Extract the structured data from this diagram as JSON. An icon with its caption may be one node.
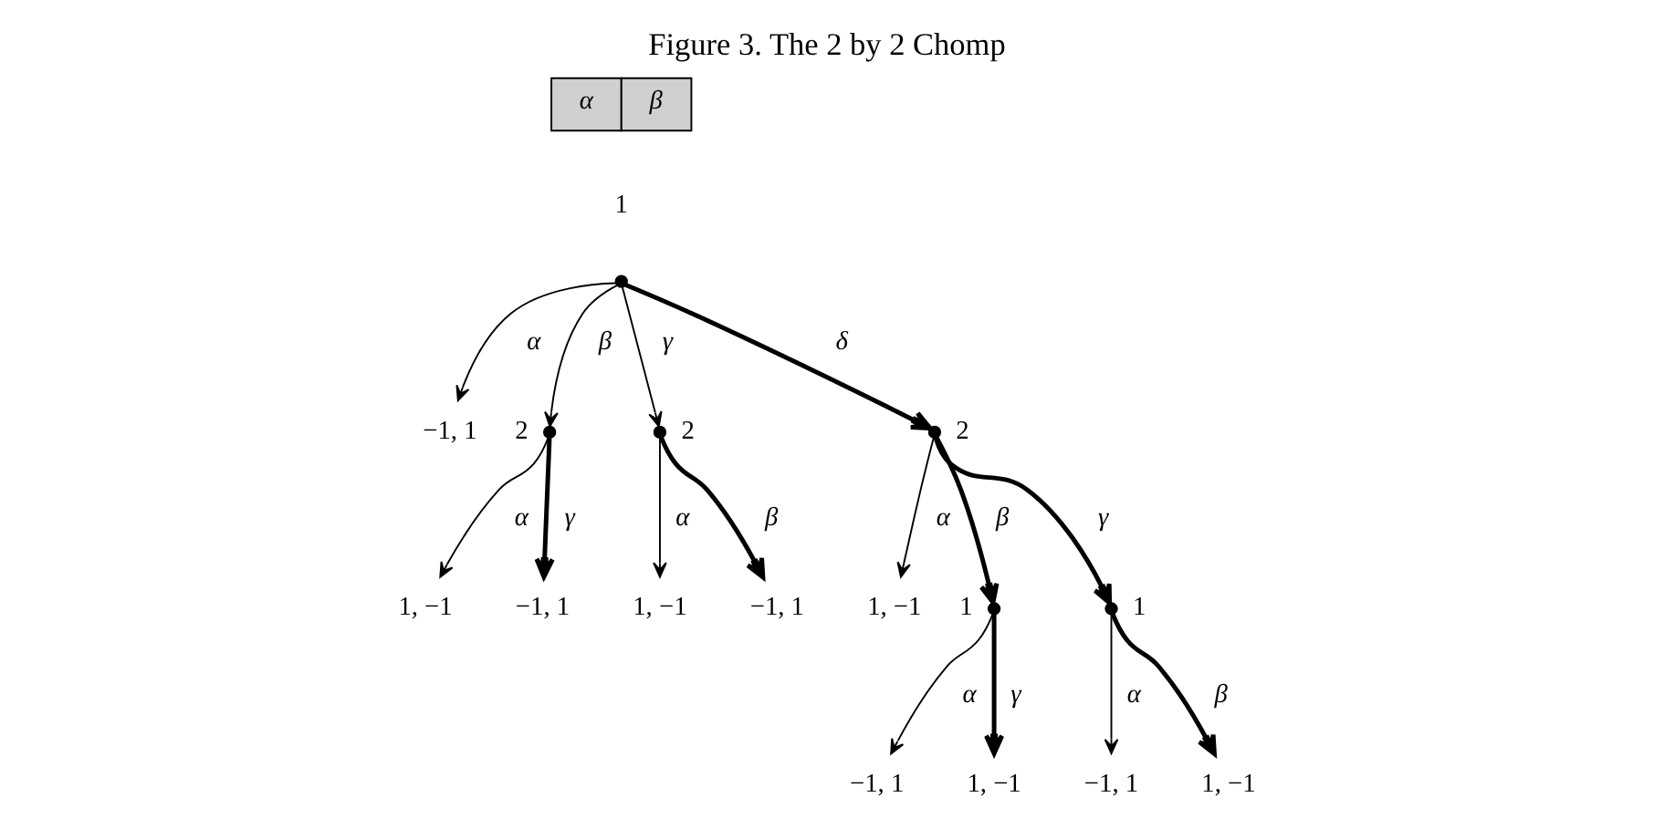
{
  "diagram": {
    "caption": "Figure 3. The 2 by 2 Chomp",
    "nodes": [
      {
        "text": [
          "α",
          "β"
        ]
      },
      {
        "text": [],
        "shape": "circle",
        "beside": [
          "1"
        ]
      },
      {
        "text": [
          "−1, 1"
        ]
      },
      {
        "text": [],
        "shape": "circle",
        "beside": [
          "2"
        ]
      },
      {
        "text": [],
        "shape": "circle",
        "beside": [
          "2"
        ]
      },
      {
        "text": [],
        "shape": "circle",
        "beside": [
          "2"
        ]
      },
      {
        "text": [
          "1, −1"
        ]
      },
      {
        "text": [
          "−1, 1"
        ]
      },
      {
        "text": [
          "1, −1"
        ]
      },
      {
        "text": [
          "−1, 1"
        ]
      },
      {
        "text": [
          "1, −1"
        ]
      },
      {
        "text": [],
        "shape": "circle",
        "beside": [
          "1"
        ]
      },
      {
        "text": [],
        "shape": "circle",
        "beside": [
          "1"
        ]
      },
      {
        "text": [
          "−1, 1"
        ]
      },
      {
        "text": [
          "1, −1"
        ]
      },
      {
        "text": [
          "−1, 1"
        ]
      },
      {
        "text": [
          "1, −1"
        ]
      }
    ],
    "edges": [
      {
        "from": 1,
        "to": 2,
        "arrow": "to",
        "label": "α"
      },
      {
        "from": 1,
        "to": 3,
        "arrow": "to",
        "label": "β"
      },
      {
        "from": 1,
        "to": 4,
        "arrow": "to",
        "label": "γ"
      },
      {
        "from": 1,
        "to": 5,
        "arrow": "to",
        "label": "δ",
        "style": "thick"
      },
      {
        "from": 3,
        "to": 6,
        "arrow": "to",
        "label": "α"
      },
      {
        "from": 3,
        "to": 7,
        "arrow": "to",
        "label": "γ",
        "style": "thick"
      },
      {
        "from": 4,
        "to": 8,
        "arrow": "to",
        "label": "α"
      },
      {
        "from": 4,
        "to": 9,
        "arrow": "to",
        "label": "β",
        "style": "thick"
      },
      {
        "from": 5,
        "to": 10,
        "arrow": "to",
        "label": "α"
      },
      {
        "from": 5,
        "to": 11,
        "arrow": "to",
        "label": "β",
        "style": "thick"
      },
      {
        "from": 5,
        "to": 12,
        "arrow": "to",
        "label": "γ",
        "style": "thick"
      },
      {
        "from": 11,
        "to": 13,
        "arrow": "to",
        "label": "α"
      },
      {
        "from": 11,
        "to": 14,
        "arrow": "to",
        "label": "γ",
        "style": "thick"
      },
      {
        "from": 12,
        "to": 15,
        "arrow": "to",
        "label": "α"
      },
      {
        "from": 12,
        "to": 16,
        "arrow": "to",
        "label": "β",
        "style": "thick"
      }
    ]
  }
}
